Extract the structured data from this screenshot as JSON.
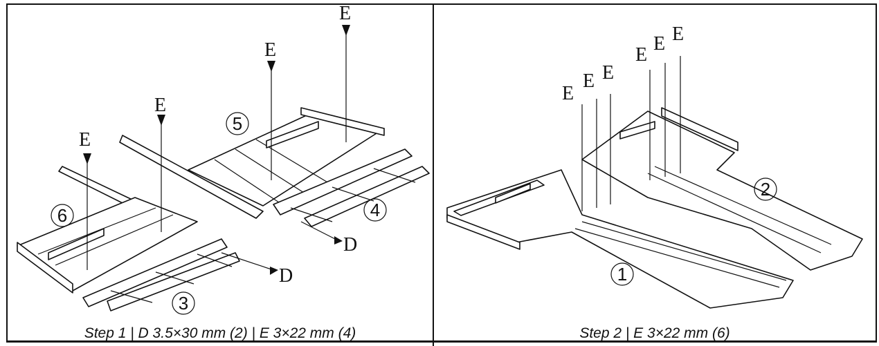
{
  "panels": [
    {
      "caption": "Step 1 | D 3.5×30 mm (2) | E 3×22 mm (4)",
      "part_numbers": [
        "3",
        "4",
        "5",
        "6"
      ],
      "hardware_labels": [
        "E",
        "E",
        "E",
        "E",
        "D",
        "D"
      ]
    },
    {
      "caption": "Step 2 | E 3×22 mm (6)",
      "part_numbers": [
        "1",
        "2"
      ],
      "hardware_labels": [
        "E",
        "E",
        "E",
        "E",
        "E",
        "E"
      ]
    }
  ]
}
